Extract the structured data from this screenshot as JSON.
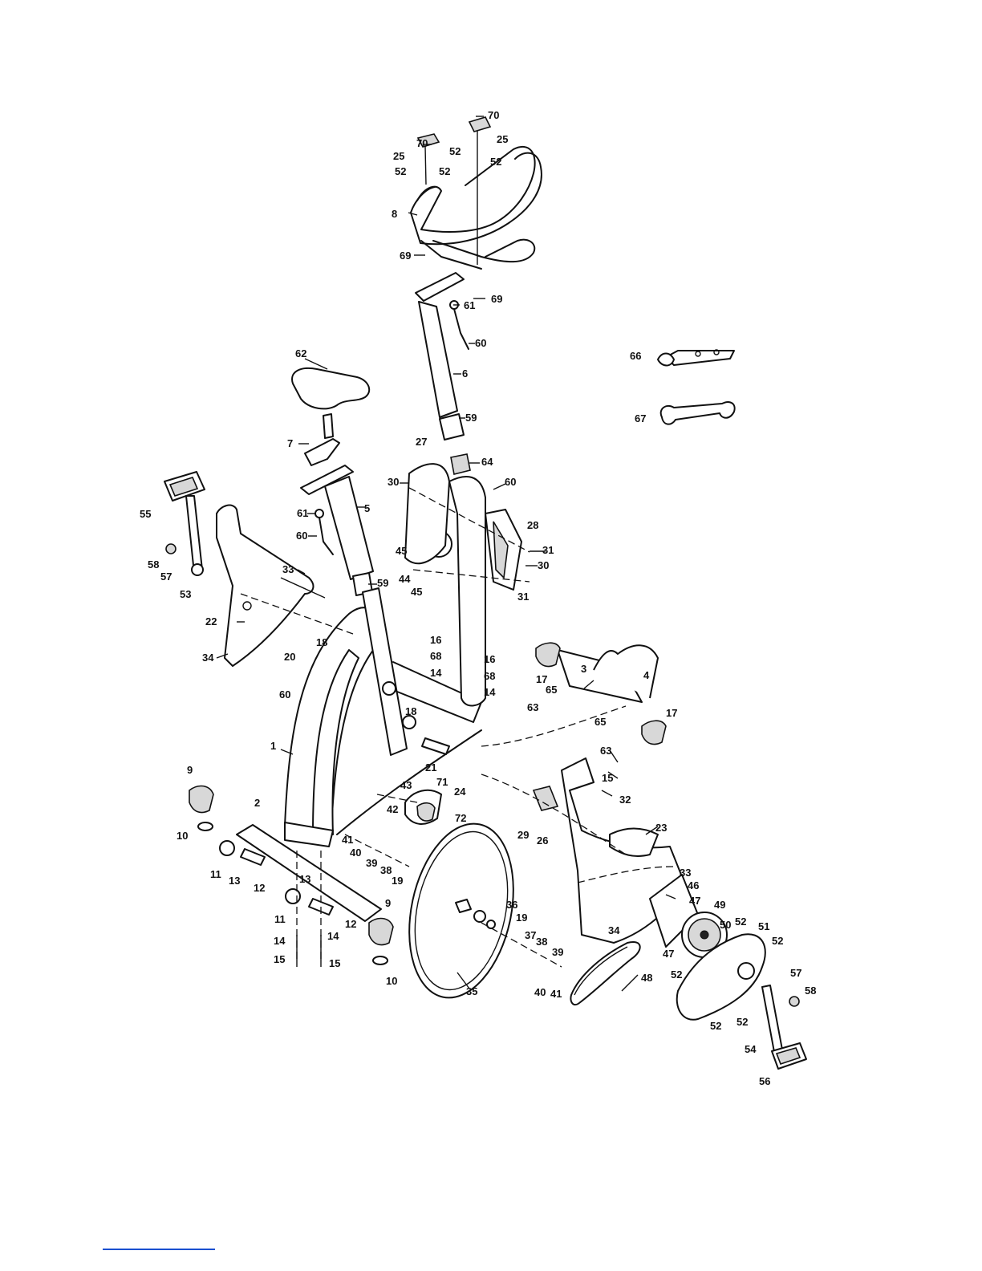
{
  "footnote": {
    "rule_color": "#1a4fd0"
  },
  "callouts": [
    "70",
    "70",
    "25",
    "25",
    "52",
    "52",
    "52",
    "52",
    "8",
    "69",
    "69",
    "61",
    "60",
    "6",
    "59",
    "64",
    "60",
    "27",
    "30",
    "28",
    "31",
    "30",
    "31",
    "45",
    "44",
    "45",
    "62",
    "7",
    "61",
    "60",
    "5",
    "59",
    "55",
    "58",
    "57",
    "53",
    "33",
    "22",
    "34",
    "20",
    "18",
    "60",
    "16",
    "68",
    "14",
    "16",
    "68",
    "14",
    "1",
    "18",
    "21",
    "3",
    "4",
    "17",
    "17",
    "63",
    "65",
    "65",
    "63",
    "15",
    "32",
    "66",
    "67",
    "9",
    "2",
    "10",
    "11",
    "13",
    "12",
    "11",
    "13",
    "14",
    "12",
    "14",
    "15",
    "15",
    "9",
    "10",
    "43",
    "71",
    "24",
    "42",
    "72",
    "41",
    "40",
    "39",
    "38",
    "19",
    "29",
    "26",
    "23",
    "33",
    "46",
    "47",
    "49",
    "52",
    "50",
    "51",
    "52",
    "47",
    "34",
    "36",
    "19",
    "37",
    "38",
    "39",
    "40",
    "41",
    "35",
    "48",
    "52",
    "57",
    "58",
    "52",
    "52",
    "54",
    "56"
  ],
  "icons": [
    "exploded-parts-diagram"
  ]
}
